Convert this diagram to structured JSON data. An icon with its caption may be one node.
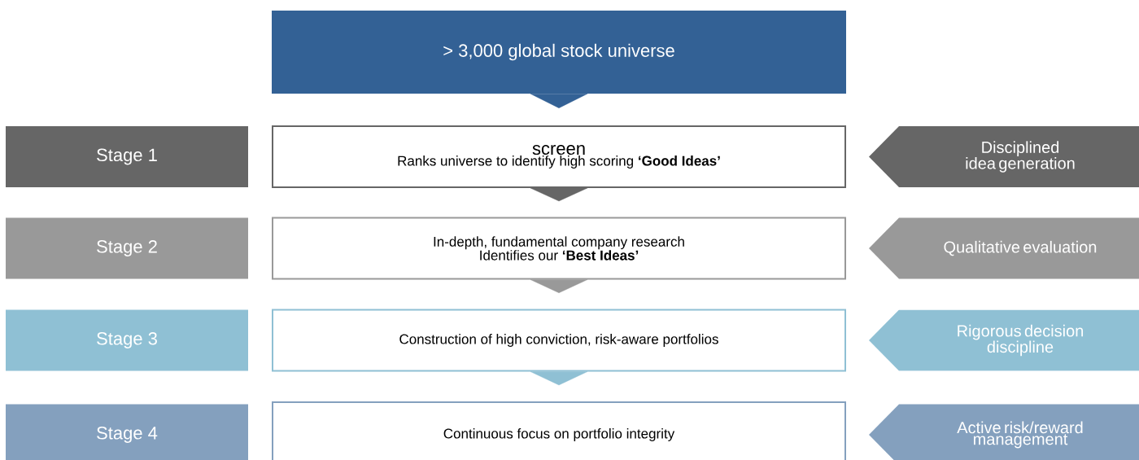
{
  "diagram": {
    "nodes": [
      {
        "text": [
          "> 3,000 global stock universe"
        ]
      },
      {
        "text": [
          "Stage 1"
        ]
      },
      {
        "text": [
          "screen",
          "Ranks universe to identify high scoring **‘Good Ideas’**"
        ]
      },
      {
        "text": [
          "Disciplined idea generation"
        ]
      },
      {
        "text": [
          "Stage 2"
        ]
      },
      {
        "text": [
          "In-depth, fundamental company research",
          "Identifies our **‘Best Ideas’**"
        ]
      },
      {
        "text": [
          "Qualitative evaluation"
        ]
      },
      {
        "text": [
          "Stage 3"
        ]
      },
      {
        "text": [
          "Construction of high conviction, risk-aware portfolios"
        ]
      },
      {
        "text": [
          "Rigorous decision discipline"
        ]
      },
      {
        "text": [
          "Stage 4"
        ]
      },
      {
        "text": [
          "Continuous focus on portfolio integrity"
        ]
      },
      {
        "text": [
          "Active risk/reward management"
        ]
      }
    ],
    "edges": [
      {
        "from": 0,
        "to": 2,
        "arrow": "to",
        "color": "#336195"
      },
      {
        "from": 2,
        "to": 5,
        "arrow": "to",
        "color": "#666666"
      },
      {
        "from": 5,
        "to": 8,
        "arrow": "to",
        "color": "#999999"
      },
      {
        "from": 8,
        "to": 11,
        "arrow": "to",
        "color": "#8fc0d4"
      }
    ]
  }
}
